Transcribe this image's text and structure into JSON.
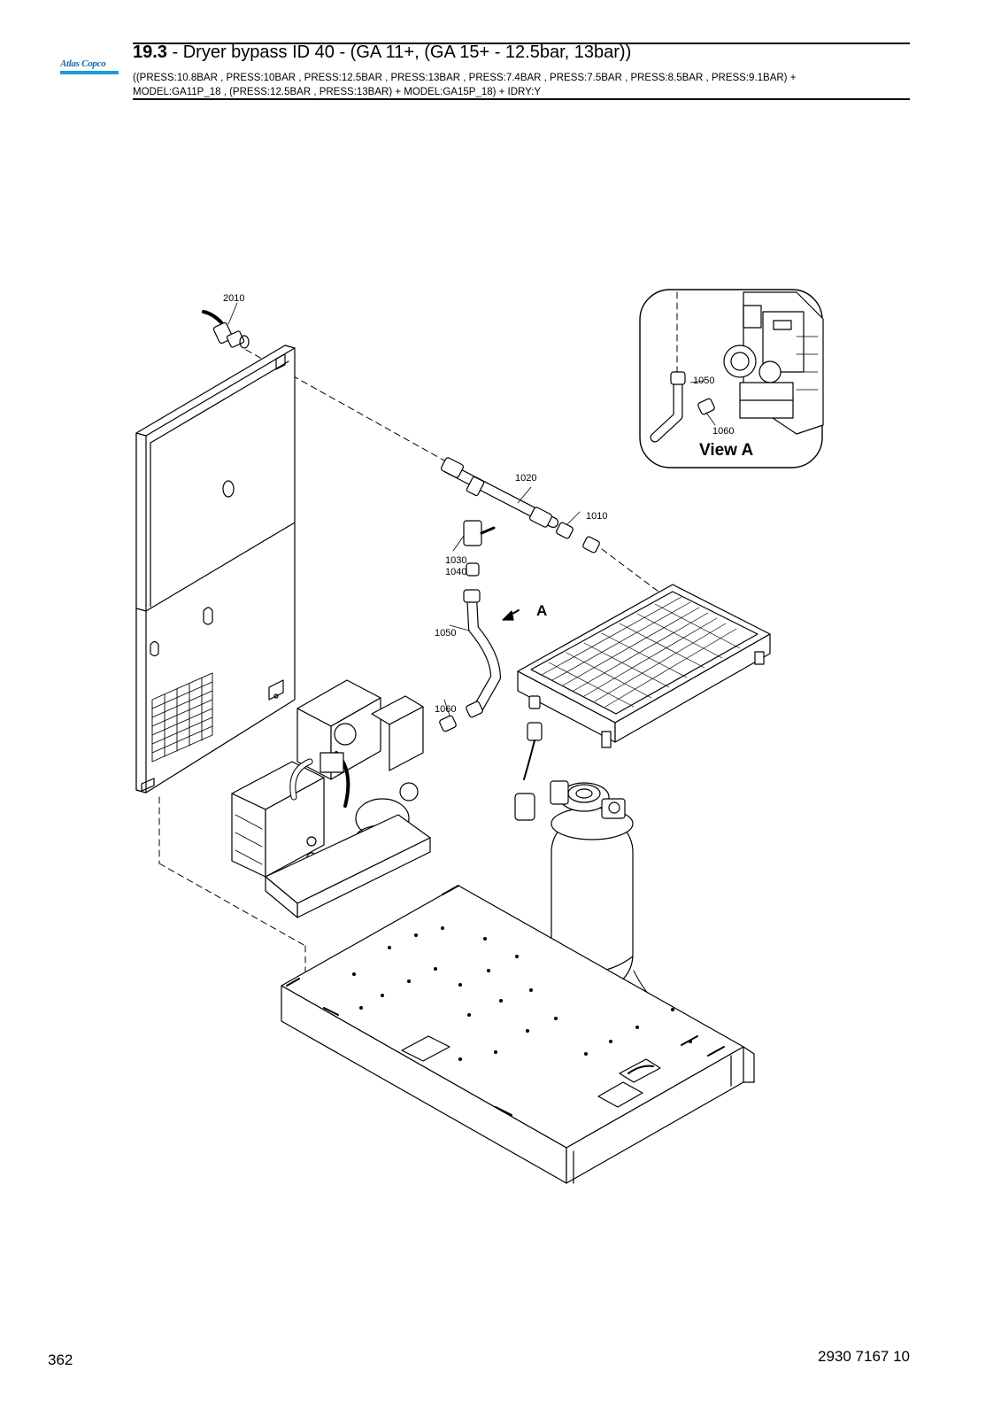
{
  "header": {
    "logo_text": "Atlas Copco",
    "section_number": "19.3",
    "section_title": " - Dryer bypass ID 40 - (GA 11+, (GA 15+ - 12.5bar, 13bar))",
    "conditions_line1": "((PRESS:10.8BAR , PRESS:10BAR , PRESS:12.5BAR , PRESS:13BAR , PRESS:7.4BAR , PRESS:7.5BAR , PRESS:8.5BAR , PRESS:9.1BAR) +",
    "conditions_line2": "MODEL:GA11P_18 , (PRESS:12.5BAR , PRESS:13BAR) + MODEL:GA15P_18) + IDRY:Y"
  },
  "callouts": {
    "c2010": "2010",
    "c1020": "1020",
    "c1010": "1010",
    "c1030": "1030",
    "c1040": "1040",
    "c1050": "1050",
    "c1060": "1060",
    "view_marker": "A",
    "inset_1050": "1050",
    "inset_1060": "1060",
    "inset_title": "View A"
  },
  "footer": {
    "page_number": "362",
    "document_number": "2930 7167 10"
  }
}
